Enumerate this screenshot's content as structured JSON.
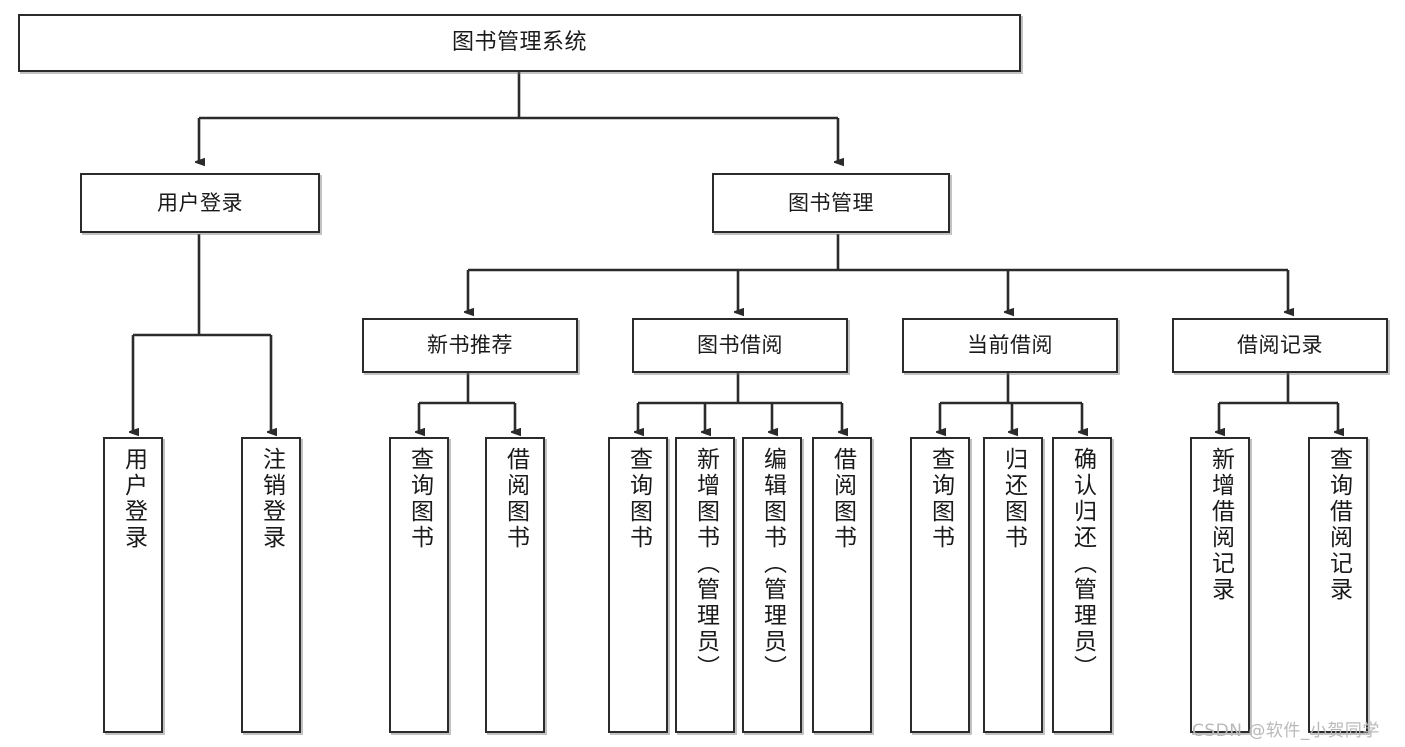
{
  "diagram": {
    "title": "图书管理系统",
    "type": "tree",
    "orientation": "top-down",
    "stroke_color": "#2b2b2b",
    "fill_color": "#ffffff",
    "text_color": "#1a1a1a"
  },
  "watermark": {
    "text": "CSDN @软件_小贺同学",
    "color": "#b9b9b9"
  },
  "nodes": {
    "root": {
      "label": "图书管理系统"
    },
    "level1": [
      {
        "label": "用户登录"
      },
      {
        "label": "图书管理"
      }
    ],
    "level2": [
      {
        "label": "新书推荐"
      },
      {
        "label": "图书借阅"
      },
      {
        "label": "当前借阅"
      },
      {
        "label": "借阅记录"
      }
    ],
    "leaves": {
      "user_login": [
        {
          "label": "用户登录"
        },
        {
          "label": "注销登录"
        }
      ],
      "new_book_recommend": [
        {
          "label": "查询图书"
        },
        {
          "label": "借阅图书"
        }
      ],
      "book_borrow": [
        {
          "label": "查询图书"
        },
        {
          "label": "新增图书（管理员）"
        },
        {
          "label": "编辑图书（管理员）"
        },
        {
          "label": "借阅图书"
        }
      ],
      "current_borrow": [
        {
          "label": "查询图书"
        },
        {
          "label": "归还图书"
        },
        {
          "label": "确认归还（管理员）"
        }
      ],
      "borrow_record": [
        {
          "label": "新增借阅记录"
        },
        {
          "label": "查询借阅记录"
        }
      ]
    }
  }
}
